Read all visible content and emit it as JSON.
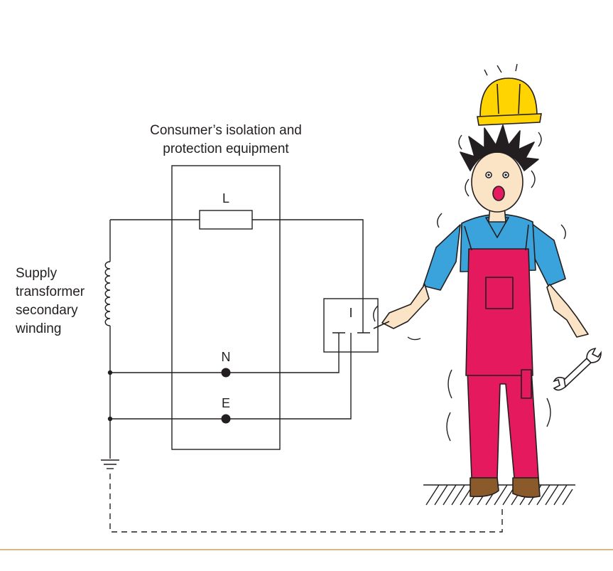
{
  "diagram": {
    "equipment_label": [
      "Consumer’s isolation and",
      "protection equipment"
    ],
    "transformer_label": [
      "Supply",
      "transformer",
      "secondary",
      "winding"
    ],
    "terminals": {
      "live": "L",
      "neutral": "N",
      "earth": "E",
      "appliance": "I"
    },
    "colors": {
      "line": "#231f20",
      "hat": "#ffd400",
      "shirt": "#3aa3dc",
      "overalls": "#e5195e",
      "skin": "#fbe3c5",
      "boots": "#8a5a2b",
      "footer_rule": "#c9a25e"
    },
    "icons": [
      "hard-hat-icon",
      "wrench-icon",
      "ground-hatch-icon",
      "earth-symbol-icon",
      "coil-icon"
    ]
  }
}
